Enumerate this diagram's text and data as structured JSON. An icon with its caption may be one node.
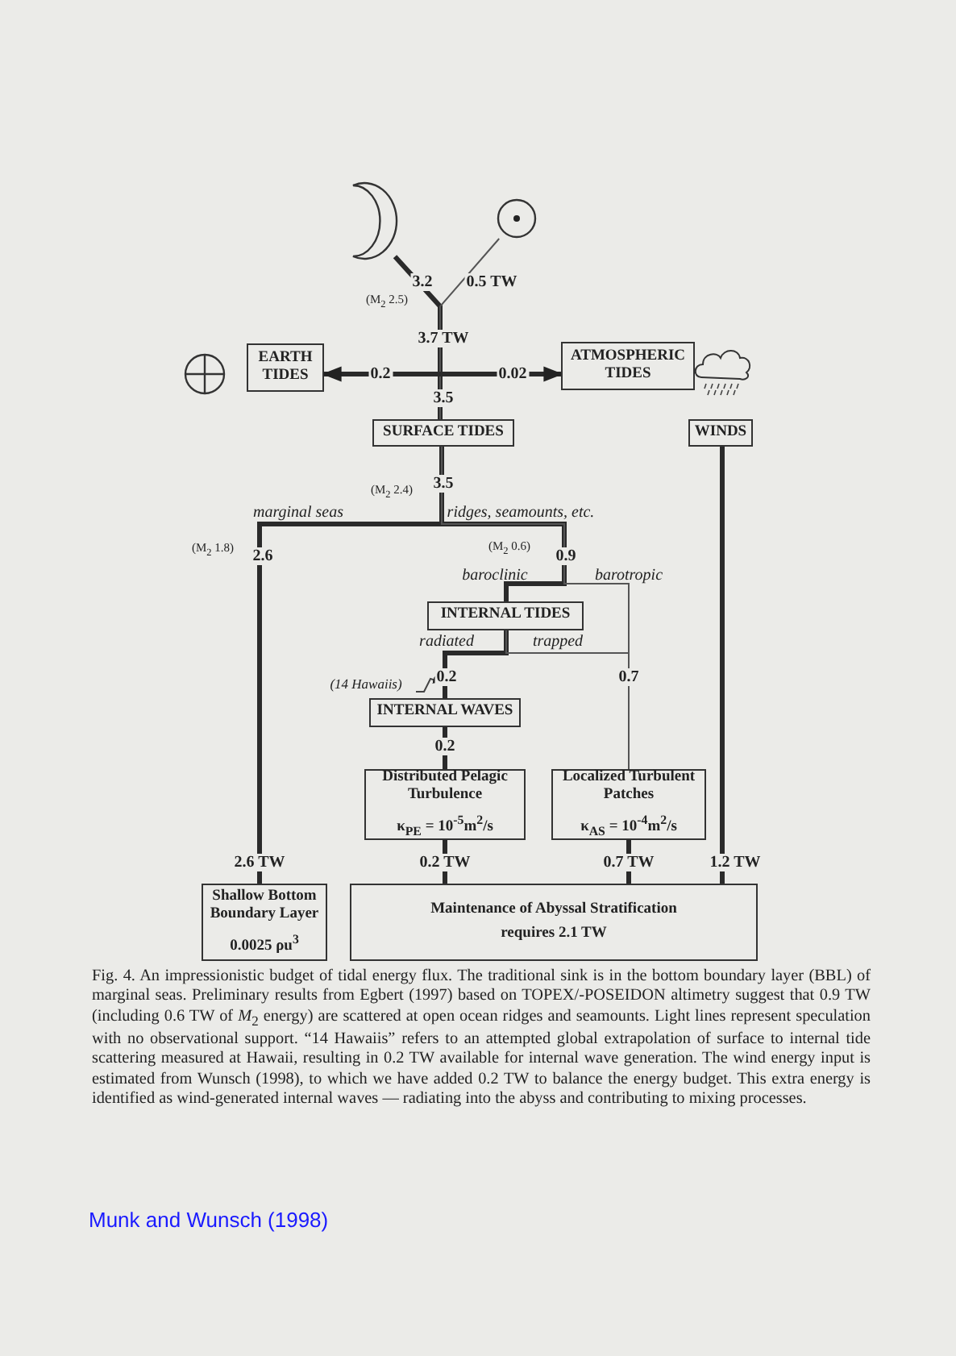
{
  "diagram": {
    "caption": "Fig. 4. An impressionistic budget of tidal energy flux. The traditional sink is in the bottom boundary layer (BBL) of marginal seas. Preliminary results from Egbert (1997) based on TOPEX/-POSEIDON altimetry suggest that 0.9 TW (including 0.6 TW of *M*$_{2}$ energy) are scattered at open ocean ridges and seamounts. Light lines represent speculation with no observational support. “14 Hawaiis” refers to an attempted global extrapolation of surface to internal tide scattering measured at Hawaii, resulting in 0.2 TW available for internal wave generation. The wind energy input is estimated from Wunsch (1998), to which we have added 0.2 TW to balance the energy budget. This extra energy is identified as wind-generated internal waves — radiating into the abyss and contributing to mixing processes.",
    "nodes": [
      {
        "text": [],
        "shape": "crescent"
      },
      {
        "text": [],
        "shape": "circle"
      },
      {
        "text": [
          "EARTH TIDES"
        ]
      },
      {
        "text": [
          "ATMOSPHERIC TIDES"
        ]
      },
      {
        "text": [
          "SURFACE TIDES"
        ]
      },
      {
        "text": [
          "WINDS"
        ]
      },
      {
        "text": [
          "INTERNAL TIDES"
        ]
      },
      {
        "text": [
          "(14 Hawaiis)"
        ]
      },
      {
        "text": [
          "INTERNAL WAVES"
        ]
      },
      {
        "text": [
          "Distributed Pelagic Turbulence",
          "κ$_{PE}$ = 10$^{-5}$m$^{2}$/s"
        ]
      },
      {
        "text": [
          "Localized Turbulent Patches",
          "κ$_{AS}$ = 10$^{-4}$m$^{2}$/s"
        ]
      },
      {
        "text": [
          "Shallow Bottom Boundary Layer",
          "0.0025 ρu$^{3}$"
        ]
      },
      {
        "text": [
          "Maintenance of Abyssal Stratification",
          "requires 2.1 TW"
        ]
      }
    ],
    "edges": [
      {
        "from": 0,
        "to": 4,
        "arrow": "none",
        "label": "3.2"
      },
      {
        "from": 1,
        "to": 4,
        "arrow": "none",
        "label": "0.5 TW",
        "color": "#555555"
      },
      {
        "from": null,
        "to": 2,
        "arrow": "to",
        "label": "0.2"
      },
      {
        "from": null,
        "to": 3,
        "arrow": "to",
        "label": "0.02"
      },
      {
        "from": 4,
        "to": 11,
        "arrow": "none",
        "label": "2.6 TW"
      },
      {
        "from": 4,
        "to": 6,
        "arrow": "none",
        "label": "0.9"
      },
      {
        "from": 4,
        "to": 10,
        "arrow": "none",
        "color": "#555555"
      },
      {
        "from": 6,
        "to": 8,
        "arrow": "none",
        "label": "0.2"
      },
      {
        "from": 6,
        "to": 10,
        "arrow": "none",
        "label": "trapped",
        "color": "#555555"
      },
      {
        "from": 8,
        "to": 9,
        "arrow": "none",
        "label": "0.2"
      },
      {
        "from": 9,
        "to": 12,
        "arrow": "none",
        "label": "0.2 TW"
      },
      {
        "from": 10,
        "to": 12,
        "arrow": "none",
        "label": "0.7 TW"
      },
      {
        "from": 5,
        "to": 12,
        "arrow": "none",
        "label": "1.2 TW"
      },
      {
        "from": 7,
        "to": null,
        "arrow": "to",
        "color": "#444444"
      }
    ],
    "labels": [
      "(M$_{2}$ 2.5)",
      "3.7 TW",
      "3.5",
      "3.5",
      "(M$_{2}$ 2.4)",
      "marginal seas",
      "ridges, seamounts, etc.",
      "(M$_{2}$ 1.8)",
      "2.6",
      "(M$_{2}$ 0.6)",
      "baroclinic",
      "barotropic",
      "radiated",
      "0.7",
      "Munk and Wunsch (1998)"
    ]
  }
}
